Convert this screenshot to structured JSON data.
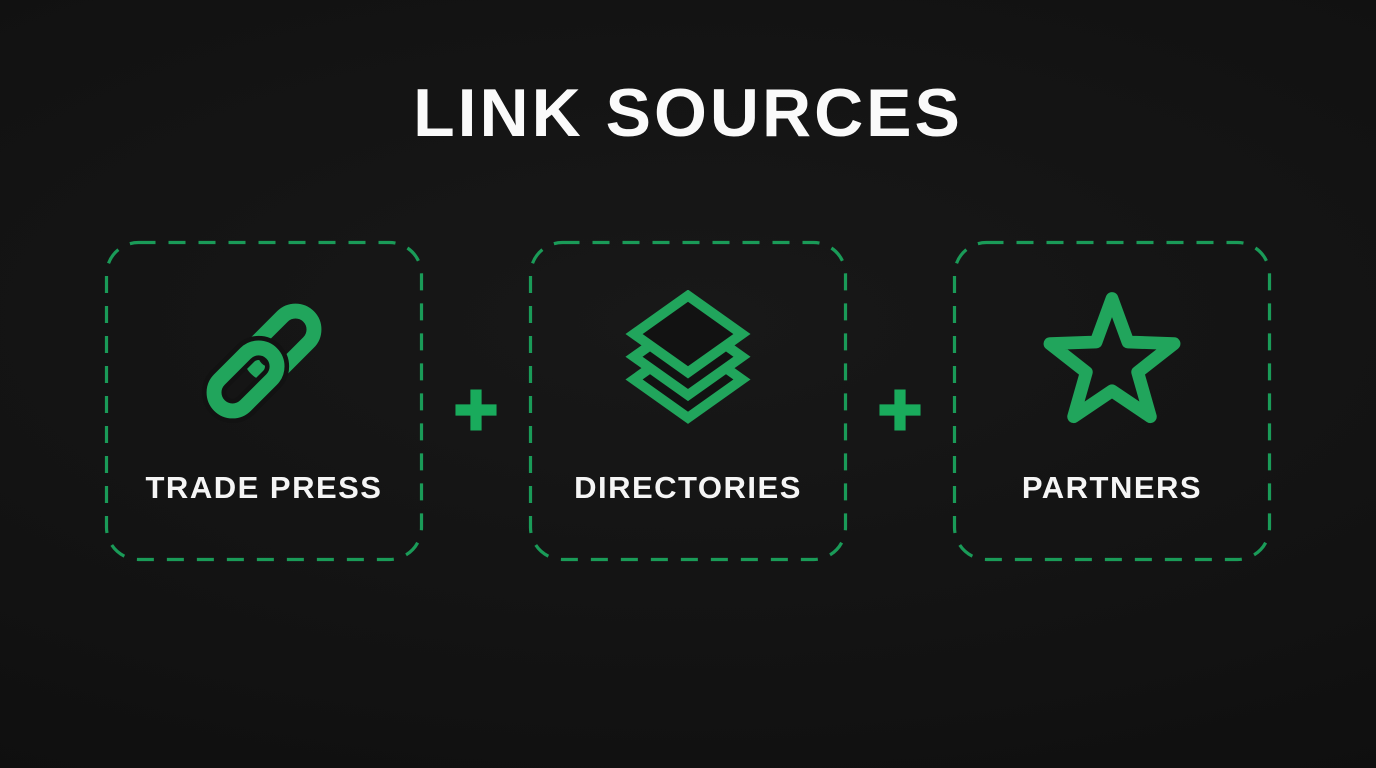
{
  "title": "LINK SOURCES",
  "colors": {
    "background": "#121212",
    "accent_green": "#21a55c",
    "border_green": "#1a9b58",
    "plus_green": "#19ab5c",
    "text_white": "#f5f5f5"
  },
  "cards": [
    {
      "label": "TRADE PRESS",
      "icon": "chain-link-icon"
    },
    {
      "label": "DIRECTORIES",
      "icon": "layers-icon"
    },
    {
      "label": "PARTNERS",
      "icon": "star-icon"
    }
  ],
  "separators": [
    {
      "icon": "plus-icon"
    },
    {
      "icon": "plus-icon"
    }
  ]
}
